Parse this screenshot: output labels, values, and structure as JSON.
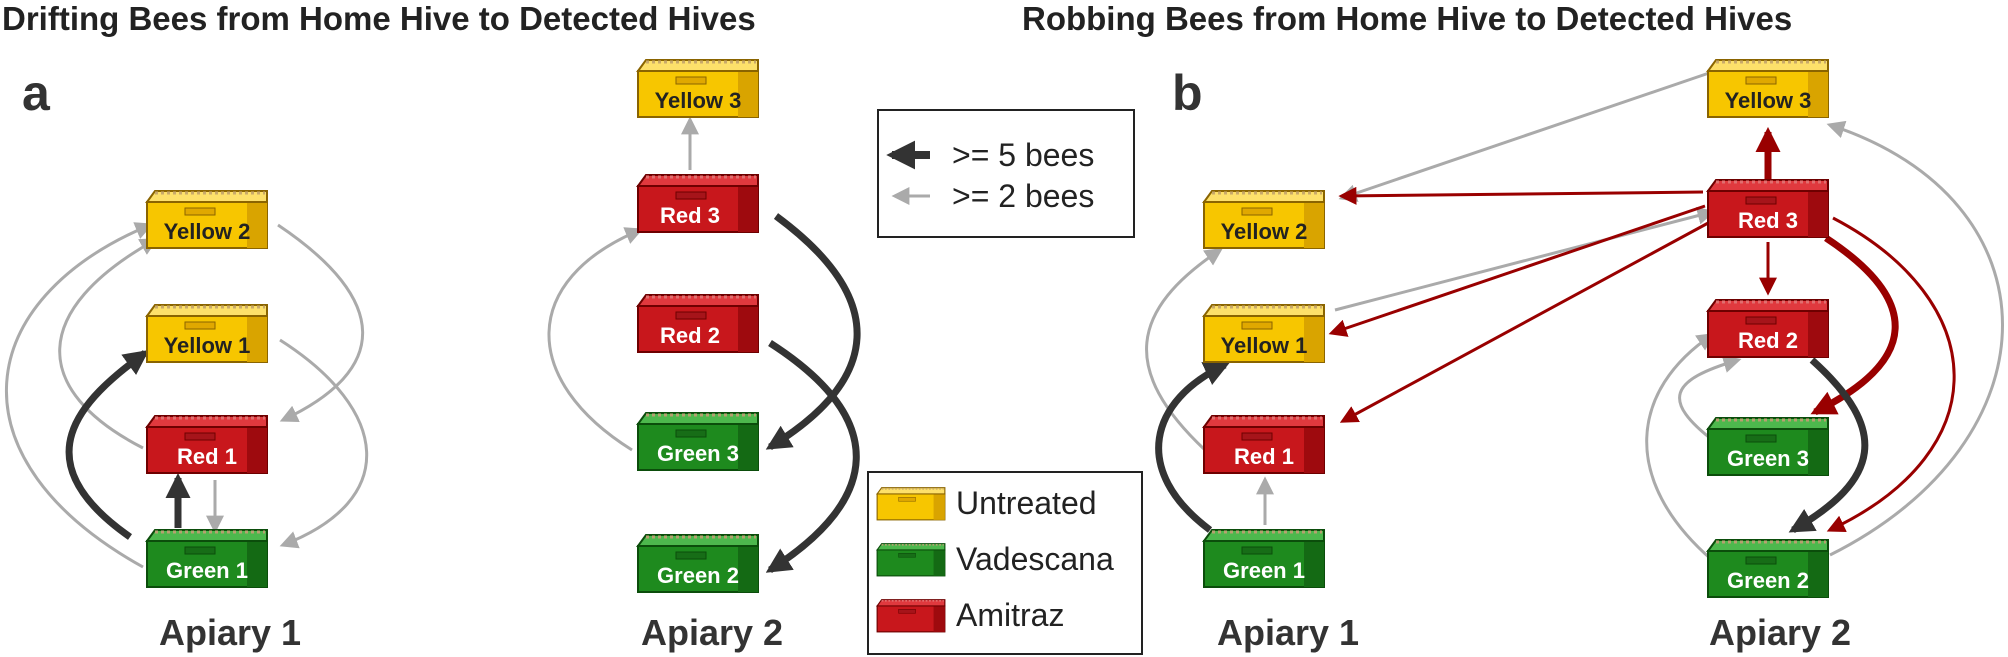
{
  "titles": {
    "drifting": "Drifting Bees from Home Hive to Detected Hives",
    "robbing": "Robbing Bees from Home Hive to Detected Hives"
  },
  "panels": {
    "a": "a",
    "b": "b"
  },
  "apiaries": {
    "apiary1": "Apiary 1",
    "apiary2": "Apiary 2"
  },
  "hives": {
    "yellow1": "Yellow 1",
    "yellow2": "Yellow 2",
    "yellow3": "Yellow 3",
    "red1": "Red 1",
    "red2": "Red 2",
    "red3": "Red 3",
    "green1": "Green 1",
    "green2": "Green 2",
    "green3": "Green 3"
  },
  "arrow_legend": {
    "strong": ">= 5 bees",
    "weak": ">= 2 bees"
  },
  "treatment_legend": {
    "untreated": "Untreated",
    "vadescana": "Vadescana",
    "amitraz": "Amitraz"
  },
  "colors": {
    "untreated": "#f7c600",
    "vadescana": "#1e8a1e",
    "amitraz": "#c8171c",
    "strong_arrow": "#333333",
    "weak_arrow": "#aaaaaa",
    "robbing_arrow": "#990000"
  }
}
